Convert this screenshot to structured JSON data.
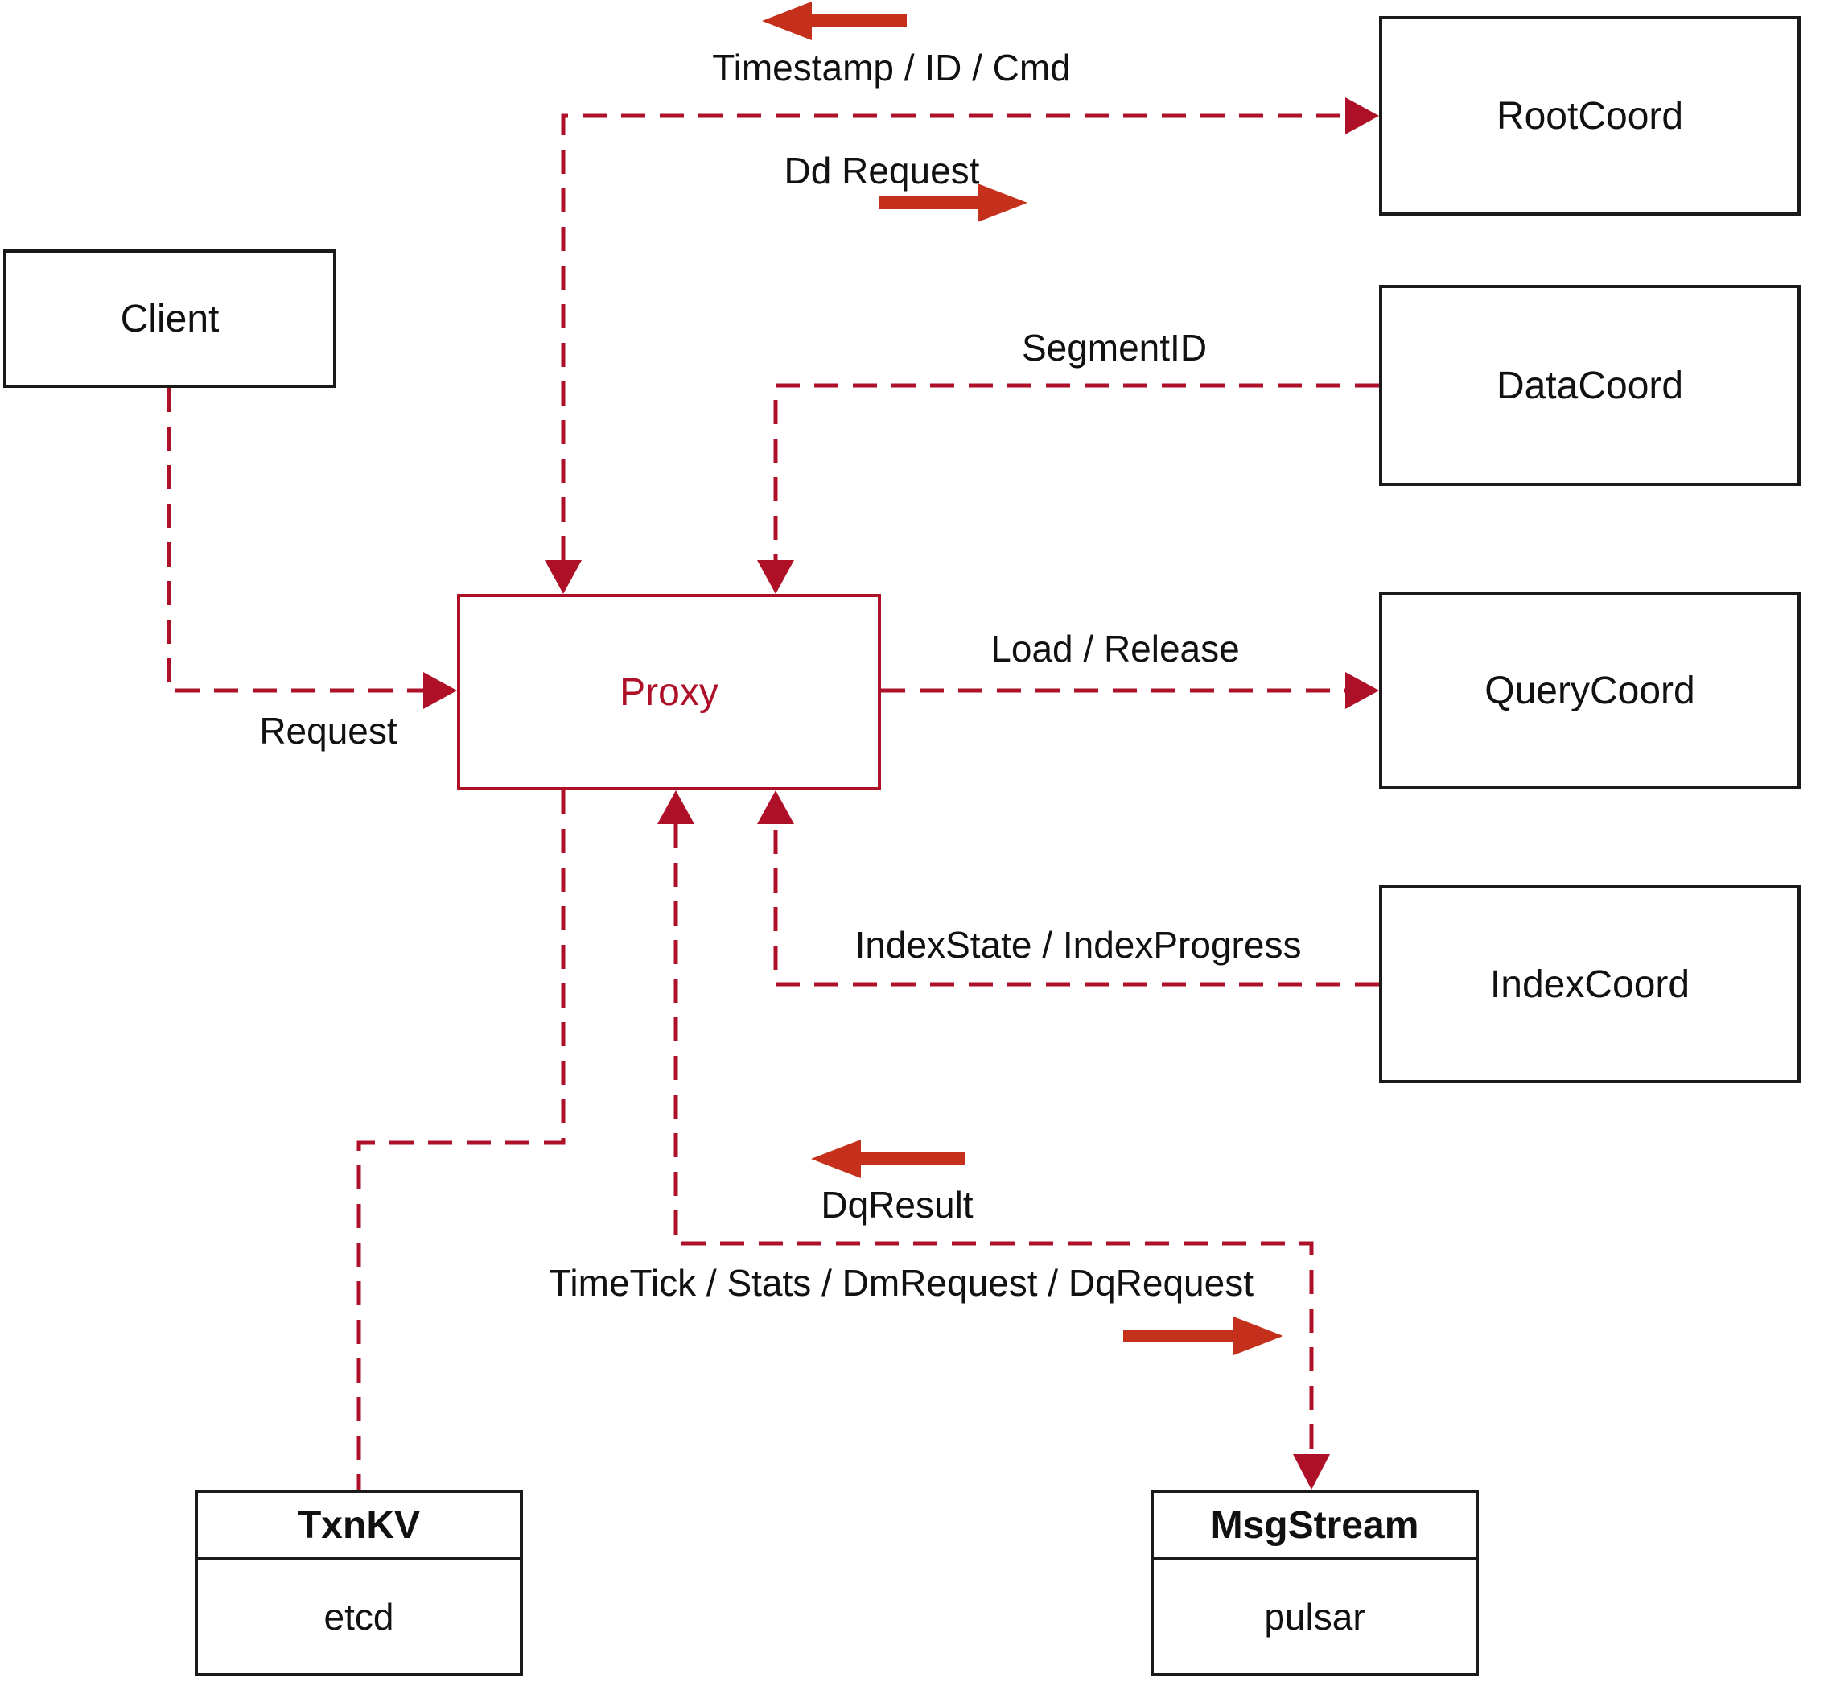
{
  "diagram": {
    "nodes": {
      "client": {
        "label": "Client"
      },
      "root_coord": {
        "label": "RootCoord"
      },
      "data_coord": {
        "label": "DataCoord"
      },
      "query_coord": {
        "label": "QueryCoord"
      },
      "index_coord": {
        "label": "IndexCoord"
      },
      "proxy": {
        "label": "Proxy"
      },
      "txn_kv": {
        "title": "TxnKV",
        "subtitle": "etcd"
      },
      "msg_stream": {
        "title": "MsgStream",
        "subtitle": "pulsar"
      }
    },
    "edge_labels": {
      "timestamp_id_cmd": "Timestamp / ID / Cmd",
      "dd_request": "Dd Request",
      "segment_id": "SegmentID",
      "request": "Request",
      "load_release": "Load / Release",
      "index_state": "IndexState / IndexProgress",
      "dq_result": "DqResult",
      "time_tick": "TimeTick / Stats / DmRequest / DqRequest"
    },
    "colors": {
      "dashed_line_red": "#ae1028",
      "solid_arrow_red": "#c5301c",
      "box_border_black": "#1a1a1a",
      "text_black": "#111111",
      "background": "#ffffff"
    }
  }
}
